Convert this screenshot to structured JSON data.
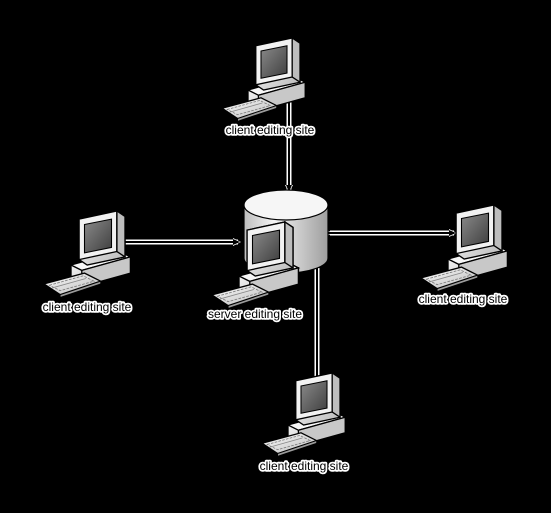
{
  "diagram": {
    "server_label": "server editing site",
    "client_top_label": "client editing site",
    "client_left_label": "client editing site",
    "client_right_label": "client editing site",
    "client_bottom_label": "client editing site",
    "colors": {
      "background": "#000000",
      "arrow": "#000000",
      "arrow_outline": "#ffffff",
      "database": "#e6e6e6",
      "computer_body": "#d9d9d9",
      "screen": "#6f6f6f"
    },
    "icons": [
      "database-icon",
      "computer-icon"
    ]
  }
}
